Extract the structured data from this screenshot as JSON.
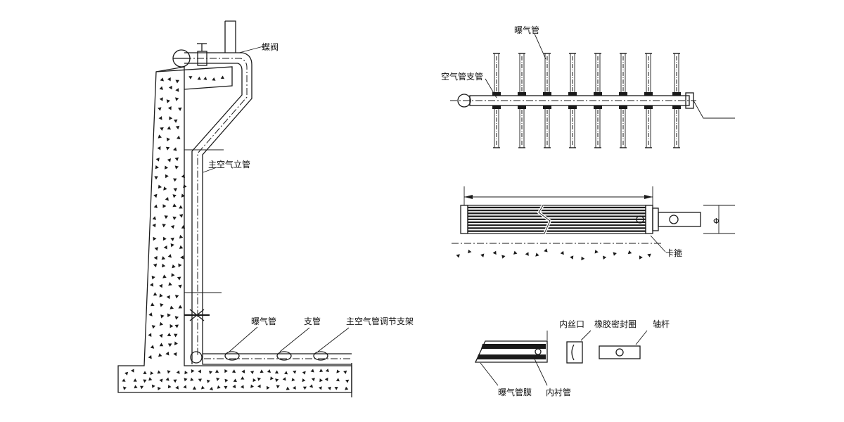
{
  "colors": {
    "ink": "#1a1a1a",
    "paper": "#ffffff"
  },
  "labels": {
    "butterfly_valve": "蝶阀",
    "main_air_riser": "主空气立管",
    "aeration_tube_left": "曝气管",
    "branch_pipe": "支管",
    "main_pipe_bracket": "主空气管调节支架",
    "aeration_tube_top": "曝气管",
    "air_branch_pipe": "空气管支管",
    "clamp": "卡箍",
    "inner_thread": "内丝口",
    "rubber_seal_ring": "橡胶密封圈",
    "shaft_rod": "轴杆",
    "tube_membrane": "曝气管膜",
    "inner_liner_tube": "内衬管"
  },
  "dimension_symbol": "Φ",
  "concrete_marks": [
    "▲",
    "◢",
    "◣",
    "◤"
  ]
}
